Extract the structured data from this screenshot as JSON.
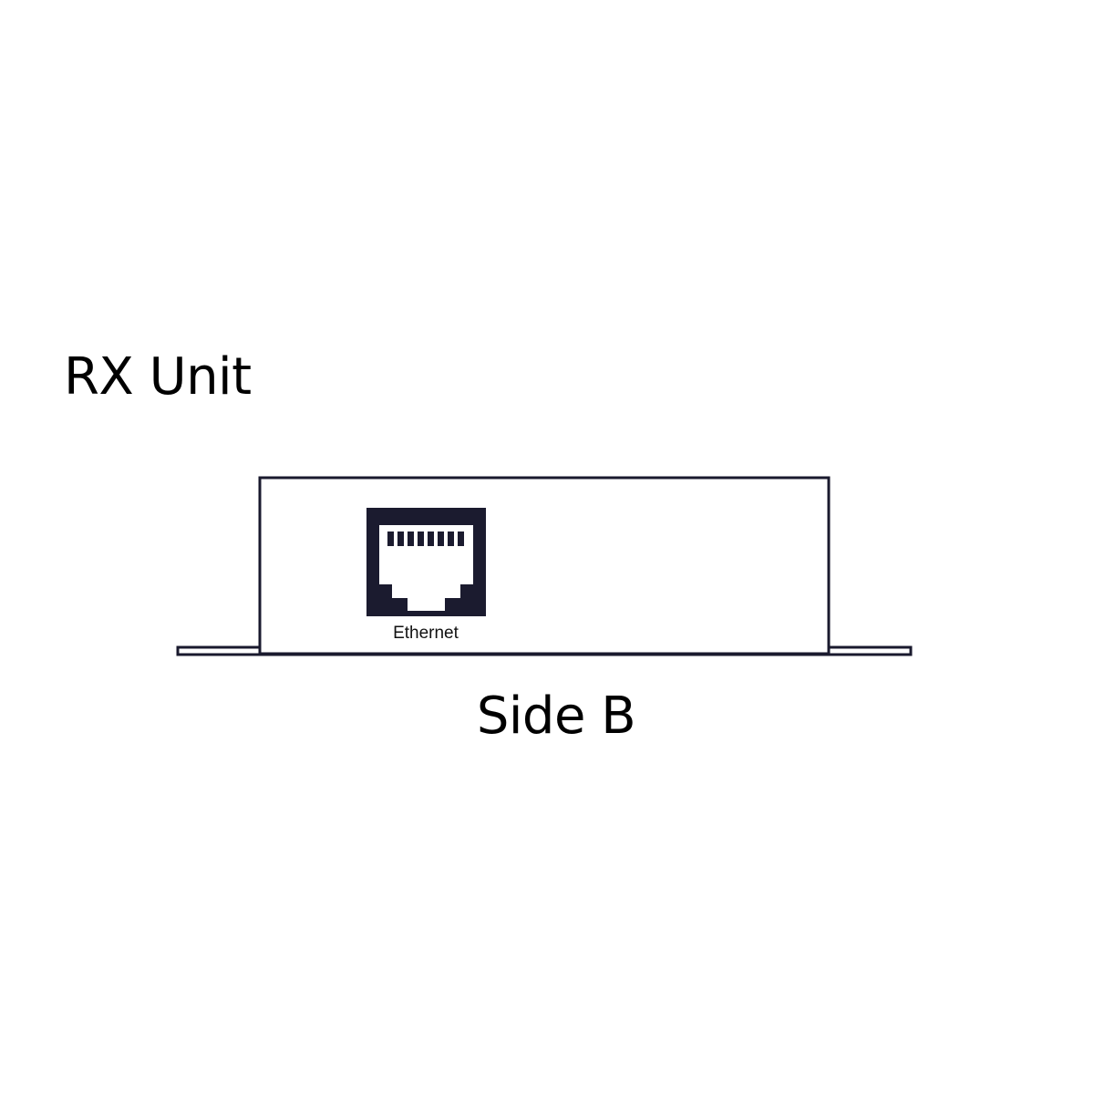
{
  "title": "RX Unit",
  "side_label": "Side B",
  "ports": [
    {
      "label": "Ethernet",
      "icon": "rj45-port-icon"
    }
  ],
  "colors": {
    "outline": "#1a1a2e",
    "port_fill": "#1b1b2f",
    "background": "#ffffff"
  }
}
